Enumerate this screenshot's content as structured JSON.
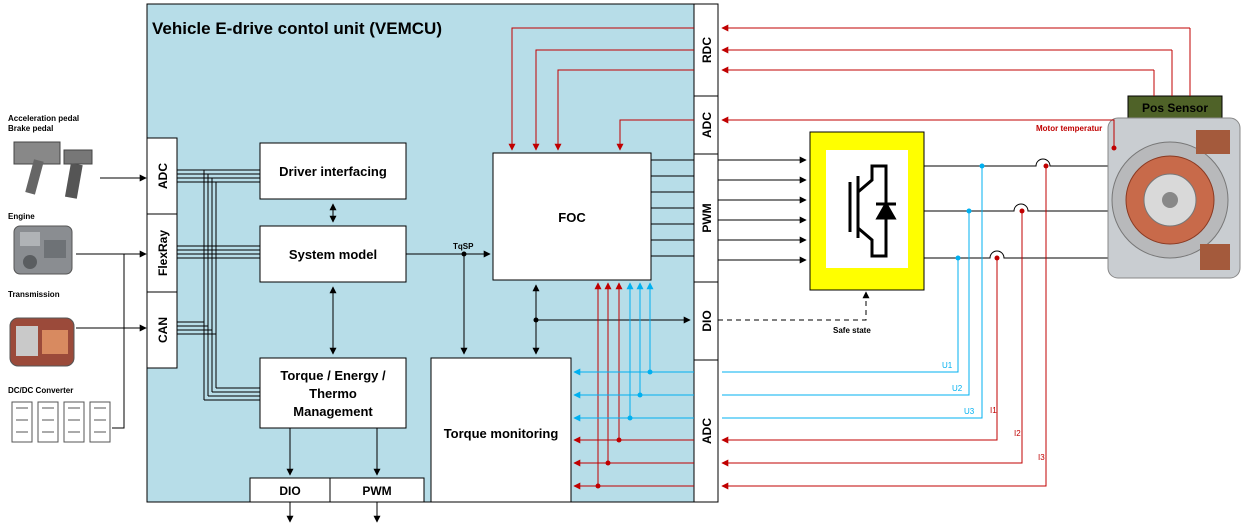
{
  "title": "Vehicle E-drive contol unit (VEMCU)",
  "inputs": {
    "pedal_label_1": "Acceleration pedal",
    "pedal_label_2": "Brake pedal",
    "engine_label": "Engine",
    "transmission_label": "Transmission",
    "dcdc_label": "DC/DC Converter"
  },
  "interfaces": {
    "left_adc": "ADC",
    "flexray": "FlexRay",
    "can": "CAN",
    "rdc": "RDC",
    "right_adc_top": "ADC",
    "pwm_right": "PWM",
    "dio_right": "DIO",
    "right_adc_bottom": "ADC",
    "dio_bottom": "DIO",
    "pwm_bottom": "PWM"
  },
  "blocks": {
    "driver_interfacing": "Driver interfacing",
    "system_model": "System model",
    "torque_mgmt_line1": "Torque / Energy /",
    "torque_mgmt_line2": "Thermo",
    "torque_mgmt_line3": "Management",
    "foc": "FOC",
    "torque_monitoring": "Torque monitoring"
  },
  "signals": {
    "tqsp": "TqSP",
    "safe_state": "Safe state",
    "motor_temperature": "Motor temperatur",
    "pos_sensor": "Pos Sensor",
    "u1": "U1",
    "u2": "U2",
    "u3": "U3",
    "i1": "I1",
    "i2": "I2",
    "i3": "I3"
  },
  "colors": {
    "vemcu_fill": "#b7dde8",
    "inverter_fill": "#ffff00",
    "pos_sensor_fill": "#4f6228",
    "red_signal": "#c00000",
    "blue_signal": "#00b0f0"
  }
}
